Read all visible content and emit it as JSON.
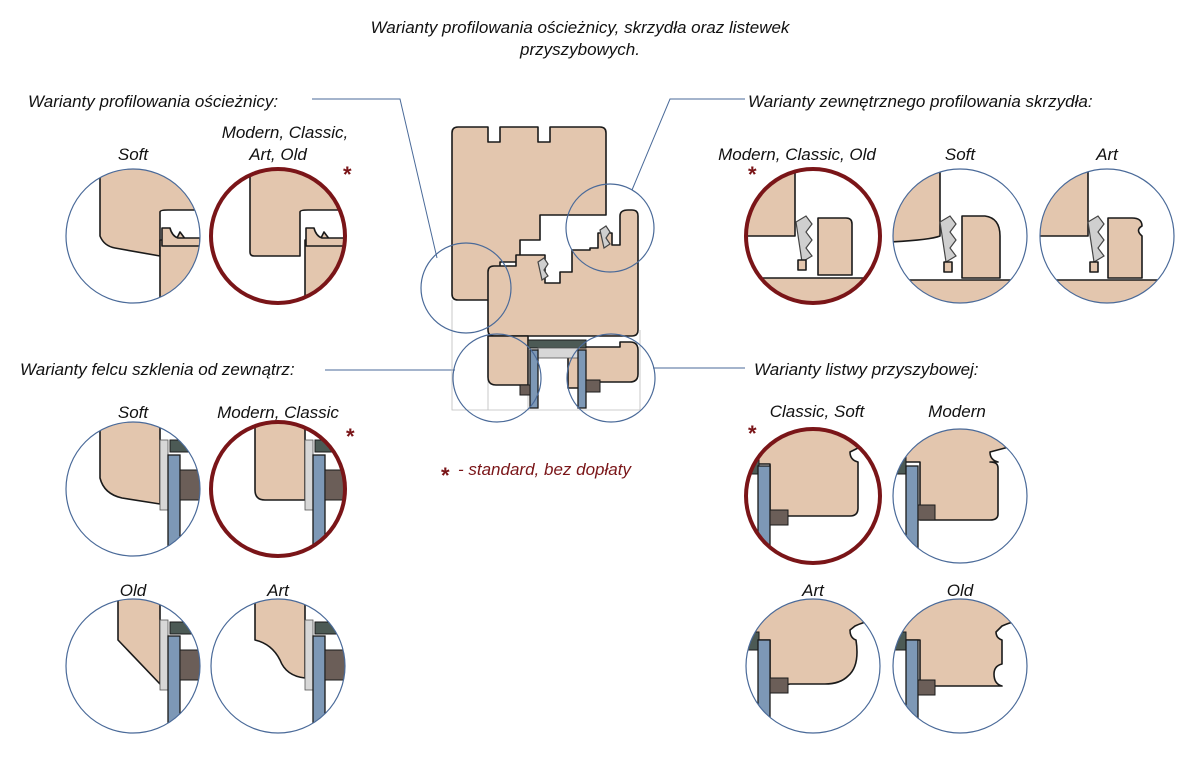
{
  "title_line1": "Warianty  profilowania ościeżnicy, skrzydła oraz listewek",
  "title_line2": "przyszybowych.",
  "star_symbol": "*",
  "note_text": "- standard, bez dopłaty",
  "colors": {
    "standard_ring": "#7a1518",
    "detail_ring": "#4a6a99",
    "wood": "#e3c6ae",
    "glass": "#7d98b6",
    "seal": "#4c5a55"
  },
  "groups": {
    "frame": {
      "heading": "Warianty profilowania ościeżnicy:",
      "variants": [
        {
          "label": "Soft"
        },
        {
          "label_line1": "Modern, Classic,",
          "label_line2": "Art, Old"
        }
      ]
    },
    "sash": {
      "heading": "Warianty zewnętrznego profilowania skrzydła:",
      "variants": [
        {
          "label": "Modern, Classic, Old"
        },
        {
          "label": "Soft"
        },
        {
          "label": "Art"
        }
      ]
    },
    "rebate": {
      "heading": "Warianty felcu szklenia od zewnątrz:",
      "variants": [
        {
          "label": "Soft"
        },
        {
          "label": "Modern, Classic"
        },
        {
          "label": "Old"
        },
        {
          "label": "Art"
        }
      ]
    },
    "bead": {
      "heading": "Warianty listwy przyszybowej:",
      "variants": [
        {
          "label": "Classic, Soft"
        },
        {
          "label": "Modern"
        },
        {
          "label": "Art"
        },
        {
          "label": "Old"
        }
      ]
    }
  }
}
